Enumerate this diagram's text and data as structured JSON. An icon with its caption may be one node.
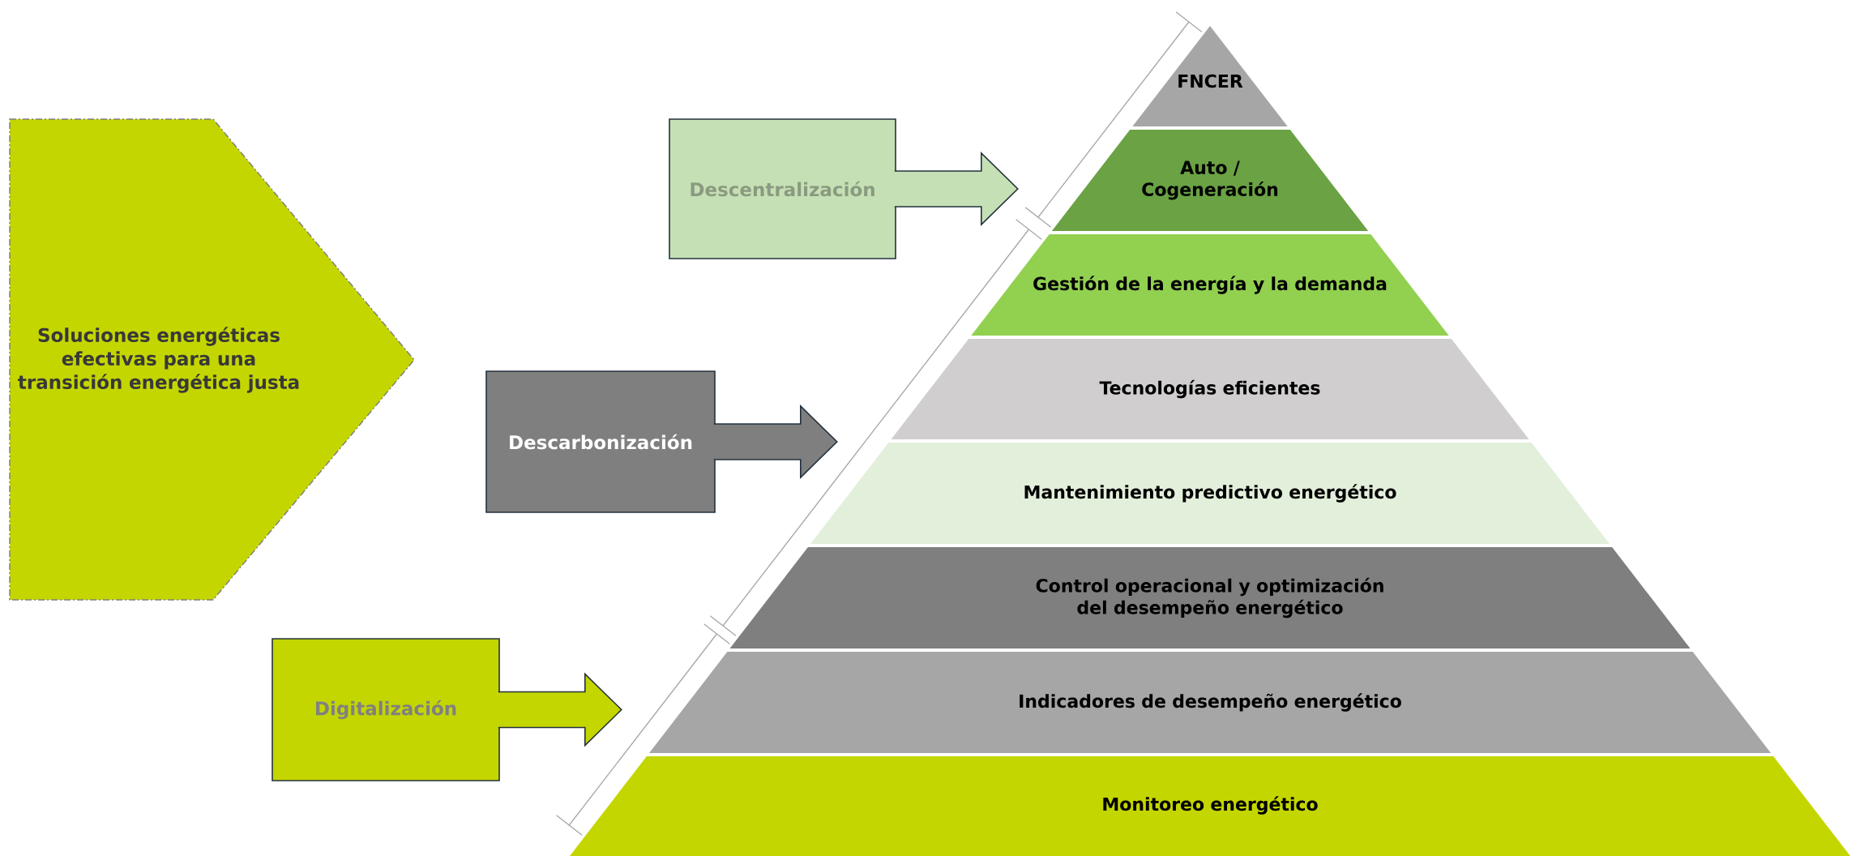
{
  "diagram": {
    "nodes": [
      {
        "text": [
          "Soluciones energéticas efectivas para una transición energética justa"
        ]
      },
      {
        "text": [
          "Descentralización"
        ]
      },
      {
        "text": [
          "Descarbonización"
        ]
      },
      {
        "text": [
          "Digitalización"
        ]
      },
      {
        "text": [
          "FNCER"
        ]
      },
      {
        "text": [
          "Auto / Cogeneración"
        ]
      },
      {
        "text": [
          "Gestión de la energía y la demanda"
        ]
      },
      {
        "text": [
          "Tecnologías eficientes"
        ]
      },
      {
        "text": [
          "Mantenimiento predictivo energético"
        ]
      },
      {
        "text": [
          "Control operacional y optimización del desempeño energético"
        ]
      },
      {
        "text": [
          "Indicadores de desempeño energético"
        ]
      },
      {
        "text": [
          "Monitoreo energético"
        ]
      }
    ],
    "edges": [
      {
        "from": 1,
        "to": null,
        "arrow": "to"
      },
      {
        "from": 2,
        "to": null,
        "arrow": "to"
      },
      {
        "from": 3,
        "to": null,
        "arrow": "to"
      }
    ]
  }
}
